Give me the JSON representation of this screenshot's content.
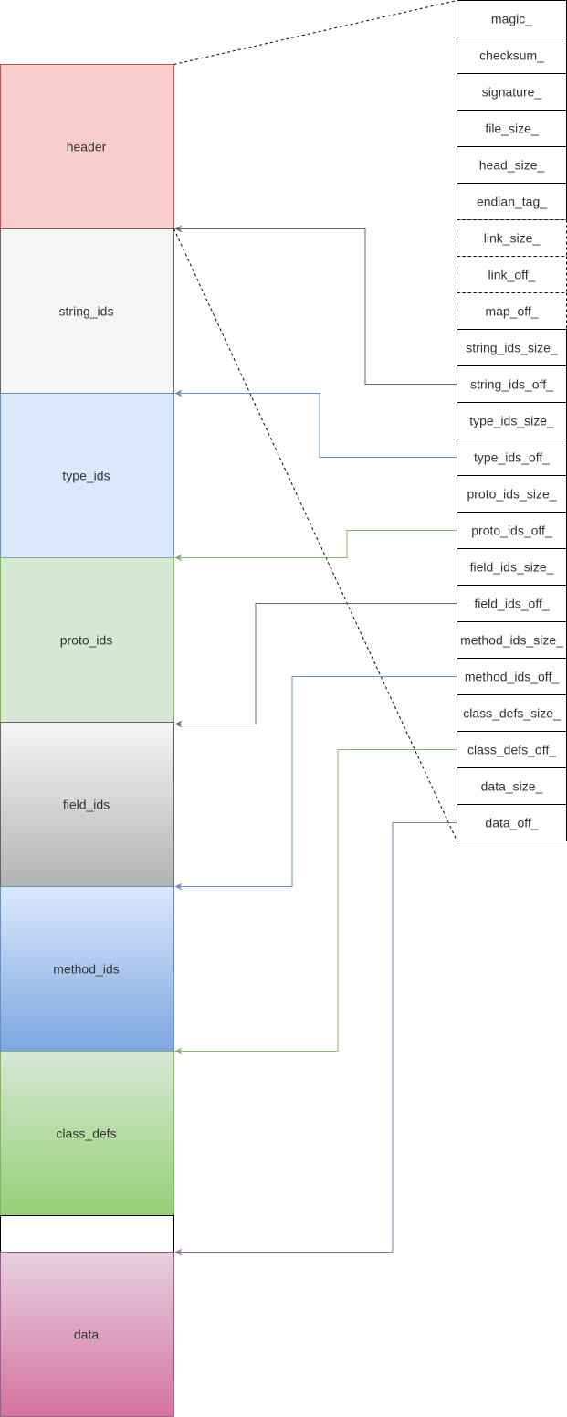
{
  "sections": [
    {
      "id": "header",
      "label": "header",
      "fill": "#f8cecc",
      "stroke": "#b85450",
      "gradient_to": null
    },
    {
      "id": "string_ids",
      "label": "string_ids",
      "fill": "#f5f5f5",
      "stroke": "#666666",
      "gradient_to": null
    },
    {
      "id": "type_ids",
      "label": "type_ids",
      "fill": "#dae8fc",
      "stroke": "#6c8ebf",
      "gradient_to": null
    },
    {
      "id": "proto_ids",
      "label": "proto_ids",
      "fill": "#d5e8d4",
      "stroke": "#82b366",
      "gradient_to": null
    },
    {
      "id": "field_ids",
      "label": "field_ids",
      "fill": "#f5f5f5",
      "stroke": "#666666",
      "gradient_to": "#b3b3b3"
    },
    {
      "id": "method_ids",
      "label": "method_ids",
      "fill": "#dae8fc",
      "stroke": "#6c8ebf",
      "gradient_to": "#7ea6e0"
    },
    {
      "id": "class_defs",
      "label": "class_defs",
      "fill": "#d5e8d4",
      "stroke": "#82b366",
      "gradient_to": "#97d077"
    },
    {
      "id": "spacer",
      "label": "",
      "fill": "#ffffff",
      "stroke": "#000000",
      "gradient_to": null
    },
    {
      "id": "data",
      "label": "data",
      "fill": "#e6d0de",
      "stroke": "#996185",
      "gradient_to": "#d5739d"
    }
  ],
  "header_fields": [
    {
      "label": "magic_",
      "dashed": false
    },
    {
      "label": "checksum_",
      "dashed": false
    },
    {
      "label": "signature_",
      "dashed": false
    },
    {
      "label": "file_size_",
      "dashed": false
    },
    {
      "label": "head_size_",
      "dashed": false
    },
    {
      "label": "endian_tag_",
      "dashed": false
    },
    {
      "label": "link_size_",
      "dashed": true
    },
    {
      "label": "link_off_",
      "dashed": true
    },
    {
      "label": "map_off_",
      "dashed": true
    },
    {
      "label": "string_ids_size_",
      "dashed": false
    },
    {
      "label": "string_ids_off_",
      "dashed": false
    },
    {
      "label": "type_ids_size_",
      "dashed": false
    },
    {
      "label": "type_ids_off_",
      "dashed": false
    },
    {
      "label": "proto_ids_size_",
      "dashed": false
    },
    {
      "label": "proto_ids_off_",
      "dashed": false
    },
    {
      "label": "field_ids_size_",
      "dashed": false
    },
    {
      "label": "field_ids_off_",
      "dashed": false
    },
    {
      "label": "method_ids_size_",
      "dashed": false
    },
    {
      "label": "method_ids_off_",
      "dashed": false
    },
    {
      "label": "class_defs_size_",
      "dashed": false
    },
    {
      "label": "class_defs_off_",
      "dashed": false
    },
    {
      "label": "data_size_",
      "dashed": false
    },
    {
      "label": "data_off_",
      "dashed": false
    }
  ],
  "connectors": [
    {
      "from_field": "string_ids_off_",
      "to_section": "string_ids",
      "color": "#666666"
    },
    {
      "from_field": "type_ids_off_",
      "to_section": "type_ids",
      "color": "#6c8ebf"
    },
    {
      "from_field": "proto_ids_off_",
      "to_section": "proto_ids",
      "color": "#82b366"
    },
    {
      "from_field": "field_ids_off_",
      "to_section": "field_ids",
      "color": "#666666"
    },
    {
      "from_field": "method_ids_off_",
      "to_section": "method_ids",
      "color": "#6c8ebf"
    },
    {
      "from_field": "class_defs_off_",
      "to_section": "class_defs",
      "color": "#82b366"
    },
    {
      "from_field": "data_off_",
      "to_section": "data",
      "color": "#9673a6"
    }
  ],
  "zoom_line_color": "#000000"
}
